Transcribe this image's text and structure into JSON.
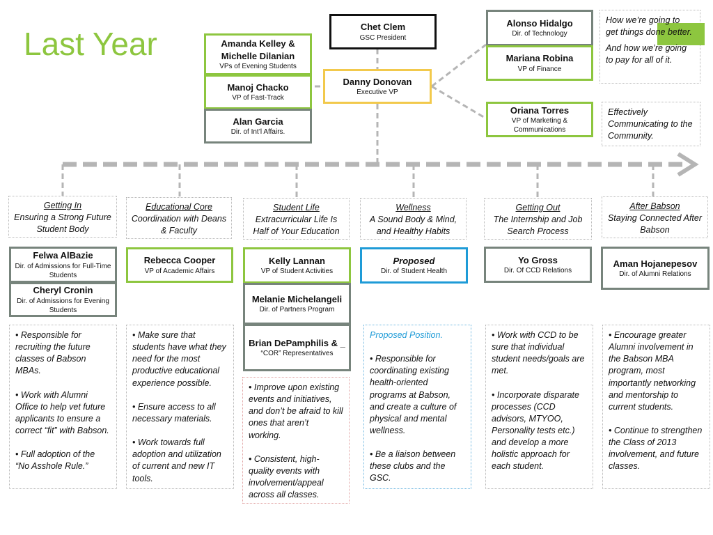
{
  "title": "Last Year",
  "top_roles": {
    "president": {
      "name": "Chet Clem",
      "role": "GSC President"
    },
    "evp": {
      "name": "Danny Donovan",
      "role": "Executive VP"
    },
    "left": [
      {
        "name": "Amanda Kelley & Michelle Dilanian",
        "role": "VPs of Evening Students"
      },
      {
        "name": "Manoj Chacko",
        "role": "VP of Fast-Track"
      },
      {
        "name": "Alan Garcia",
        "role": "Dir. of Int’l Affairs."
      }
    ],
    "right": [
      {
        "name": "Alonso Hidalgo",
        "role": "Dir. of Technology"
      },
      {
        "name": "Mariana Robina",
        "role": "VP of Finance"
      },
      {
        "name": "Oriana Torres",
        "role": "VP of Marketing & Communications"
      }
    ]
  },
  "top_notes": {
    "tech_finance_1": "How we’re going to get things done better.",
    "tech_finance_2": "And how we’re going to pay for all of it.",
    "marketing": "Effectively Communicating to the Community."
  },
  "pillars": [
    {
      "head": "Getting In",
      "sub": "Ensuring a Strong Future Student Body"
    },
    {
      "head": "Educational Core",
      "sub": "Coordination with Deans & Faculty"
    },
    {
      "head": "Student Life",
      "sub": "Extracurricular Life Is Half of Your Education"
    },
    {
      "head": "Wellness",
      "sub": "A Sound Body & Mind, and Healthy Habits"
    },
    {
      "head": "Getting Out",
      "sub": "The Internship and Job Search Process"
    },
    {
      "head": "After Babson",
      "sub": "Staying Connected After Babson"
    }
  ],
  "people": {
    "felwa": {
      "name": "Felwa AlBazie",
      "role": "Dir. of Admissions for Full-Time Students"
    },
    "cheryl": {
      "name": "Cheryl Cronin",
      "role": "Dir. of Admissions for Evening Students"
    },
    "rebecca": {
      "name": "Rebecca Cooper",
      "role": "VP of Academic Affairs"
    },
    "kelly": {
      "name": "Kelly Lannan",
      "role": "VP of Student Activities"
    },
    "melanie": {
      "name": "Melanie Michelangeli",
      "role": "Dir. of Partners Program"
    },
    "brian": {
      "name": "Brian DePamphilis & _",
      "role": "“COR” Representatives"
    },
    "proposed": {
      "name": "Proposed",
      "role": "Dir. of Student Health"
    },
    "yo": {
      "name": "Yo Gross",
      "role": "Dir. Of CCD Relations"
    },
    "aman": {
      "name": "Aman Hojanepesov",
      "role": "Dir. of Alumni Relations"
    }
  },
  "duties": {
    "getting_in": "• Responsible for recruiting the future classes of Babson MBAs.\n\n• Work with Alumni Office to help vet future applicants to ensure a correct “fit” with Babson.\n\n• Full adoption of the “No Asshole Rule.”",
    "educational_core": "• Make sure that students have what they need for the most productive educational experience possible.\n\n• Ensure access to all necessary materials.\n\n• Work towards full adoption and utilization of current and new IT tools.",
    "student_life": "• Improve upon existing events and initiatives, and don’t be afraid to kill ones that aren’t working.\n\n• Consistent, high-quality events with involvement/appeal across all classes.",
    "wellness_head": "Proposed Position.",
    "wellness": "• Responsible for coordinating existing health-oriented programs at Babson, and create a culture of physical and mental wellness.\n\n• Be a liaison between these clubs and the GSC.",
    "getting_out": "• Work with CCD to be sure that individual student needs/goals are met.\n\n• Incorporate disparate processes (CCD advisors, MTYOO, Personality tests etc.) and develop a more holistic approach for each student.",
    "after_babson": "• Encourage greater Alumni involvement in the Babson MBA program, most importantly networking and mentorship to current students.\n\n• Continue to strengthen the Class of 2013 involvement, and future classes."
  },
  "colors": {
    "accent_green": "#8dc63f",
    "gray_border": "#77847c",
    "yellow_border": "#f2c94c",
    "blue_border": "#1e9bd7",
    "connector": "#b5b5b5",
    "proposed_text": "#1e9bd7"
  }
}
